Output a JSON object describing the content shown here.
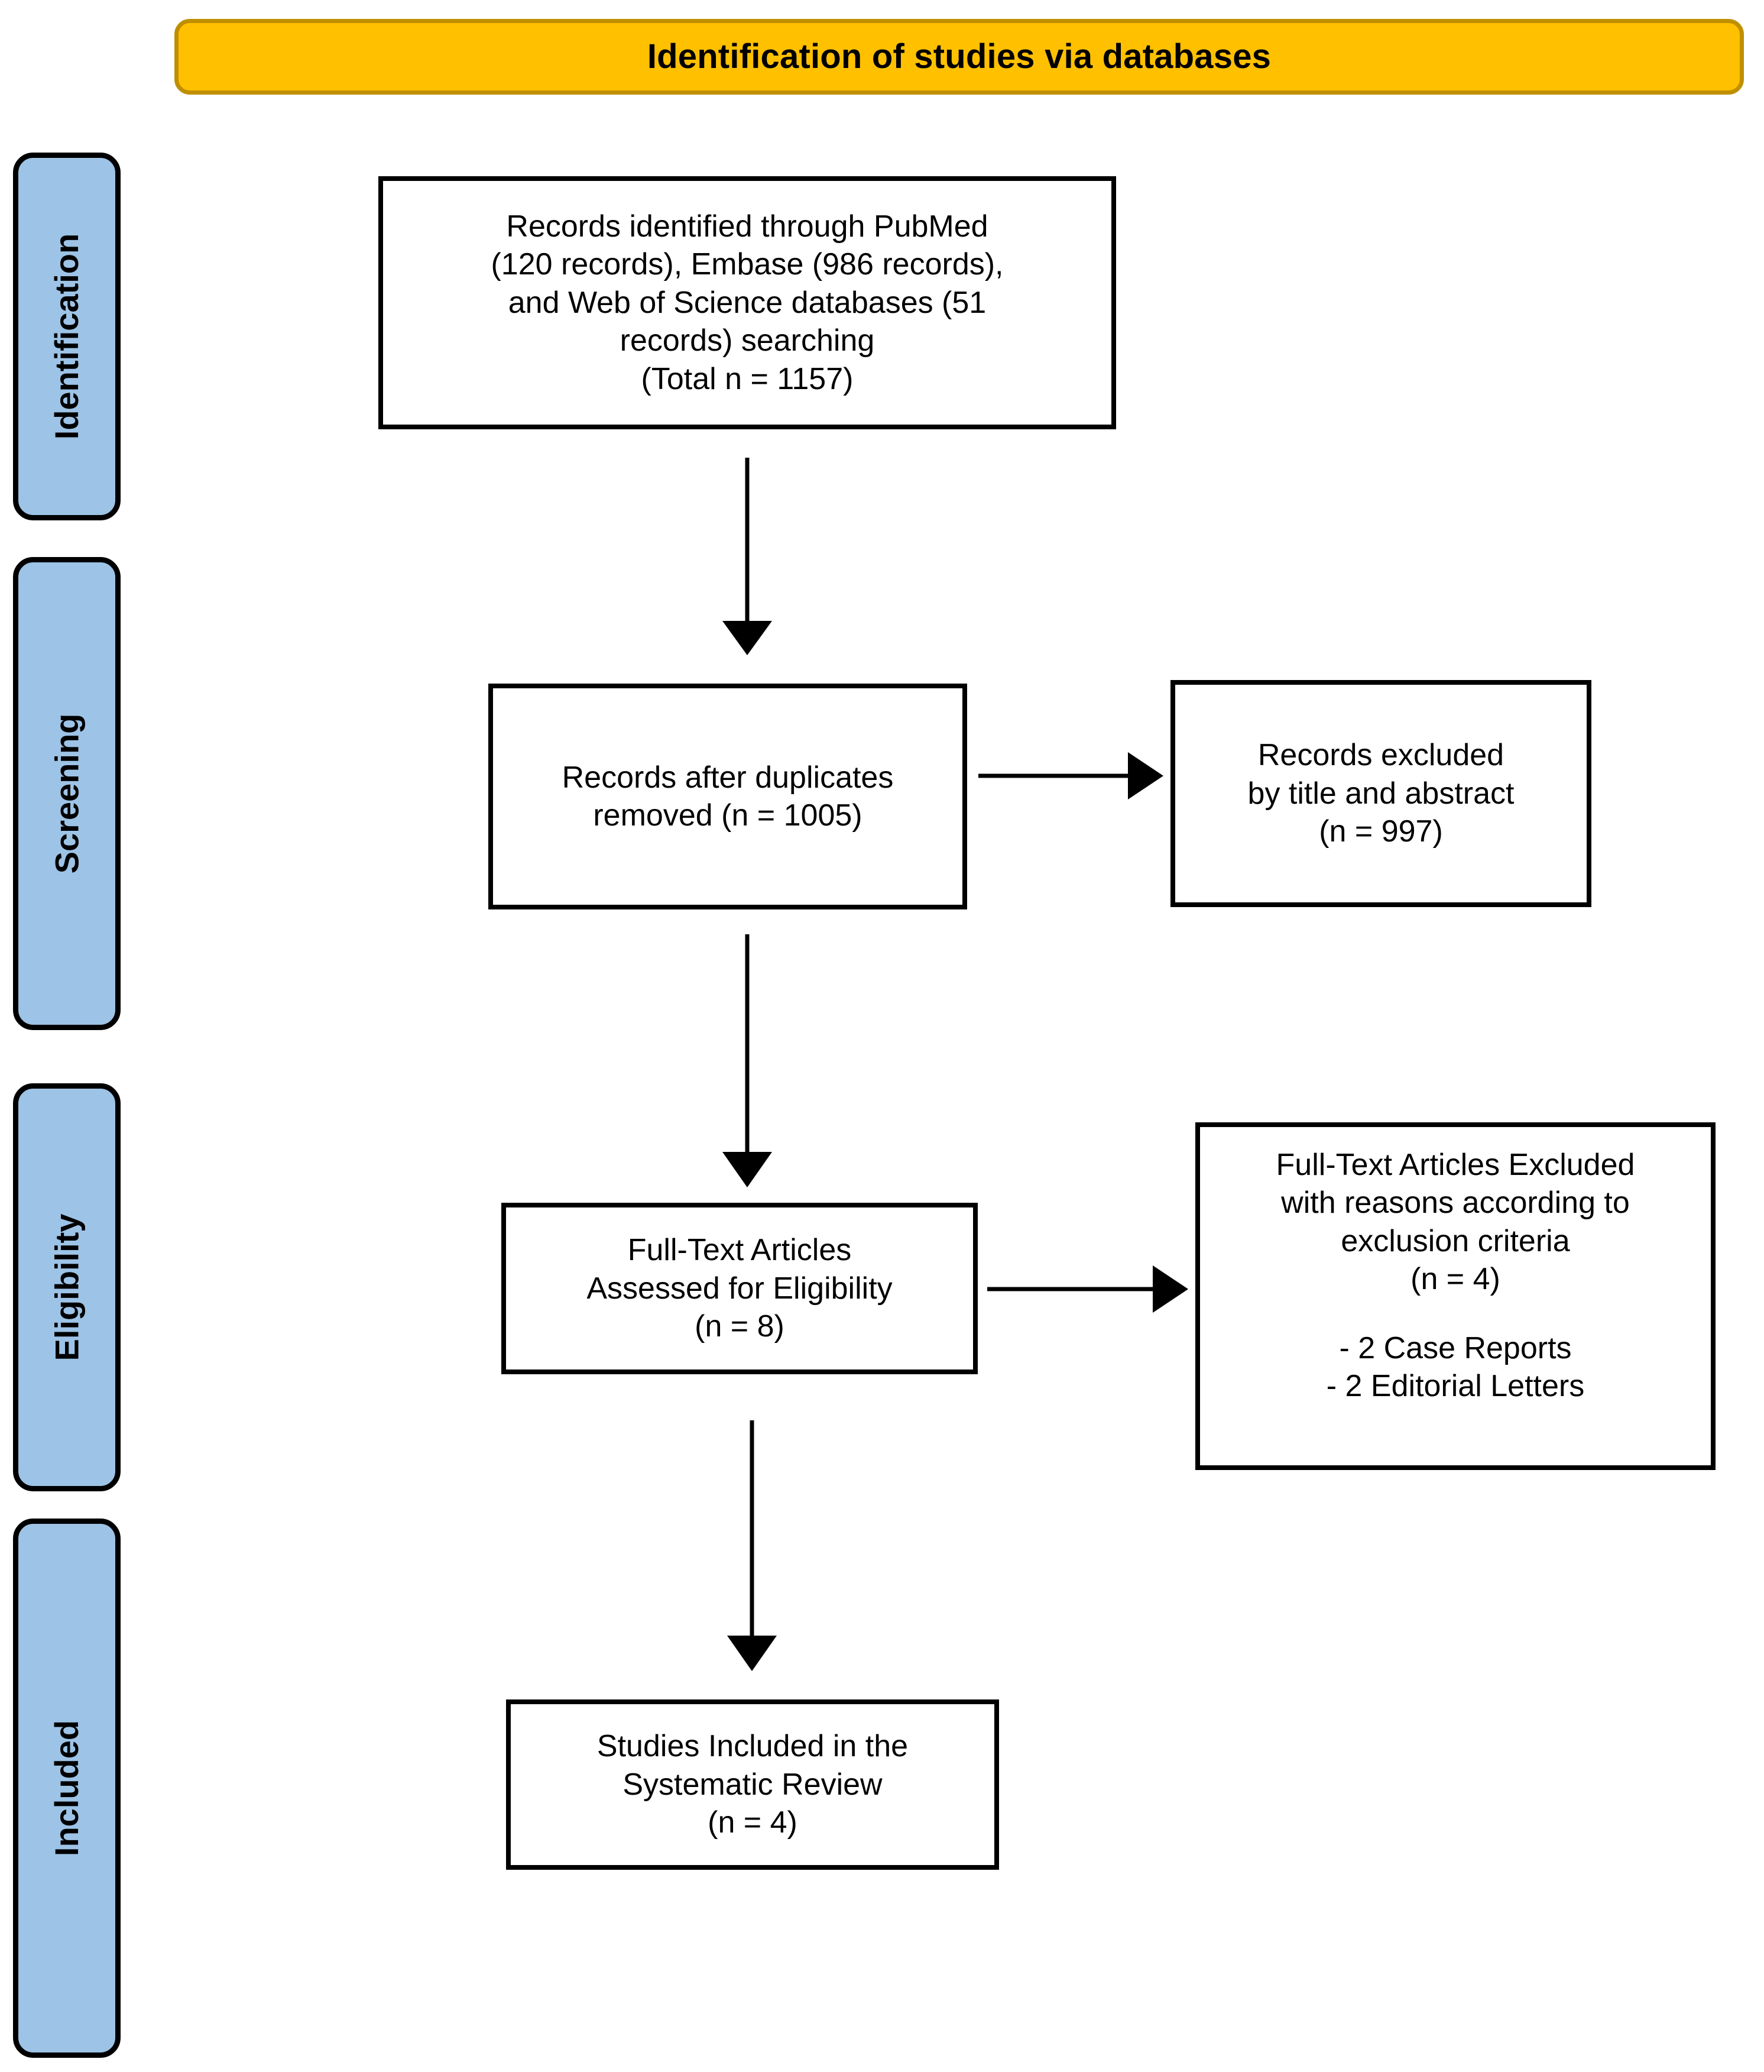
{
  "header": {
    "title": "Identification of studies via databases",
    "background_color": "#FFC000",
    "border_color": "#BF8F00"
  },
  "stages": [
    {
      "label": "Identification"
    },
    {
      "label": "Screening"
    },
    {
      "label": "Eligibility"
    },
    {
      "label": "Included"
    }
  ],
  "stage_style": {
    "background_color": "#9DC3E6",
    "border_color": "#000000"
  },
  "boxes": {
    "identified": {
      "text": "Records identified through PubMed\n(120 records), Embase (986 records),\nand Web of Science databases (51\nrecords) searching\n(Total n = 1157)"
    },
    "duplicates_removed": {
      "text": "Records after duplicates\nremoved (n = 1005)"
    },
    "records_excluded": {
      "text": "Records excluded\nby title and abstract\n(n = 997)"
    },
    "fulltext_assessed": {
      "text": "Full-Text Articles\nAssessed for Eligibility\n(n = 8)"
    },
    "fulltext_excluded": {
      "text": "Full-Text Articles Excluded\nwith reasons according to\nexclusion criteria\n(n = 4)",
      "reasons": "-  2 Case Reports\n-  2 Editorial Letters"
    },
    "studies_included": {
      "text": "Studies Included in the\nSystematic Review\n(n = 4)"
    }
  },
  "flow_data": {
    "type": "prisma-flow",
    "title": "Identification of studies via databases",
    "counts": {
      "pubmed_records": 120,
      "embase_records": 986,
      "web_of_science_records": 51,
      "total_identified": 1157,
      "after_duplicates_removed": 1005,
      "excluded_by_title_and_abstract": 997,
      "fulltext_assessed": 8,
      "fulltext_excluded": 4,
      "excluded_case_reports": 2,
      "excluded_editorial_letters": 2,
      "studies_included": 4
    }
  }
}
